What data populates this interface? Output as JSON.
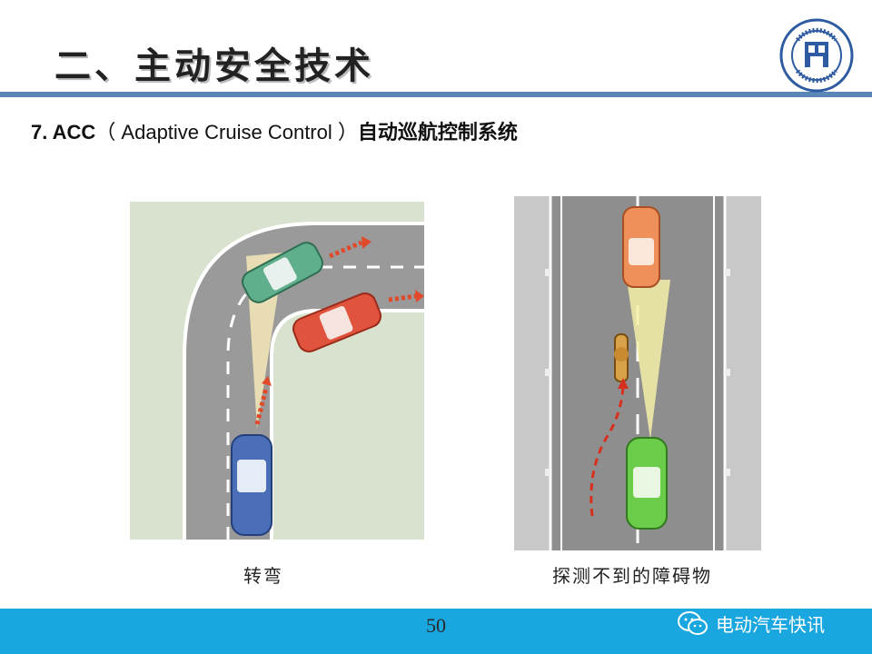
{
  "header": {
    "title": "二、主动安全技术"
  },
  "subtitle": {
    "number": "7. ACC",
    "english": "（ Adaptive Cruise Control ）",
    "chinese": "自动巡航控制系统"
  },
  "figures": [
    {
      "caption": "转弯"
    },
    {
      "caption": "探测不到的障碍物"
    }
  ],
  "footer": {
    "page_number": "50",
    "watermark": "电动汽车快讯"
  },
  "colors": {
    "header_bar": "#5a86b8",
    "footer_bar": "#1aa6de"
  },
  "icons": {
    "logo": "university-seal-icon",
    "watermark": "wechat-icon"
  }
}
